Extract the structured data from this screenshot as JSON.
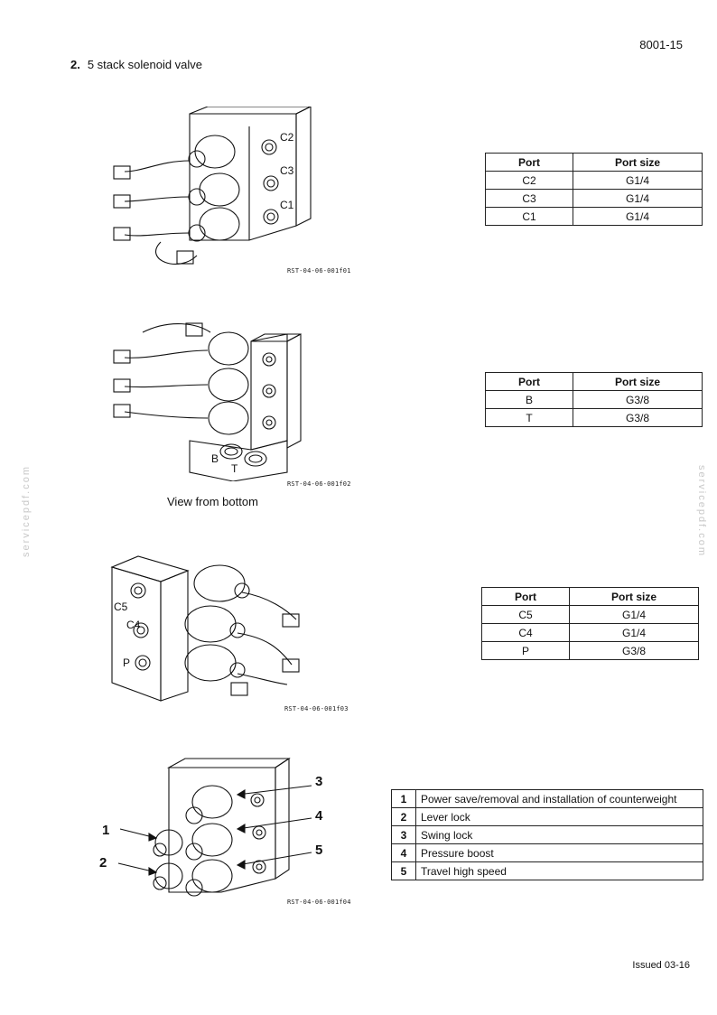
{
  "header": {
    "page_number": "8001-15"
  },
  "section": {
    "number": "2.",
    "title": "5 stack solenoid valve"
  },
  "figures": [
    {
      "code": "RST-04-06-001f01",
      "labels": [
        "C2",
        "C3",
        "C1"
      ]
    },
    {
      "code": "RST-04-06-001f02",
      "labels": [
        "B",
        "T"
      ],
      "caption": "View from bottom"
    },
    {
      "code": "RST-04-06-001f03",
      "labels": [
        "C5",
        "C4",
        "P"
      ]
    },
    {
      "code": "RST-04-06-001f04",
      "labels": [
        "1",
        "2",
        "3",
        "4",
        "5"
      ]
    }
  ],
  "port_tables": [
    {
      "headers": [
        "Port",
        "Port size"
      ],
      "rows": [
        [
          "C2",
          "G1/4"
        ],
        [
          "C3",
          "G1/4"
        ],
        [
          "C1",
          "G1/4"
        ]
      ]
    },
    {
      "headers": [
        "Port",
        "Port size"
      ],
      "rows": [
        [
          "B",
          "G3/8"
        ],
        [
          "T",
          "G3/8"
        ]
      ]
    },
    {
      "headers": [
        "Port",
        "Port size"
      ],
      "rows": [
        [
          "C5",
          "G1/4"
        ],
        [
          "C4",
          "G1/4"
        ],
        [
          "P",
          "G3/8"
        ]
      ]
    }
  ],
  "legend_table": {
    "rows": [
      [
        "1",
        "Power save/removal and installation of counterweight"
      ],
      [
        "2",
        "Lever lock"
      ],
      [
        "3",
        "Swing lock"
      ],
      [
        "4",
        "Pressure boost"
      ],
      [
        "5",
        "Travel high speed"
      ]
    ]
  },
  "footer": {
    "issued": "Issued 03-16"
  },
  "watermark": {
    "text": "servicepdf.com"
  }
}
